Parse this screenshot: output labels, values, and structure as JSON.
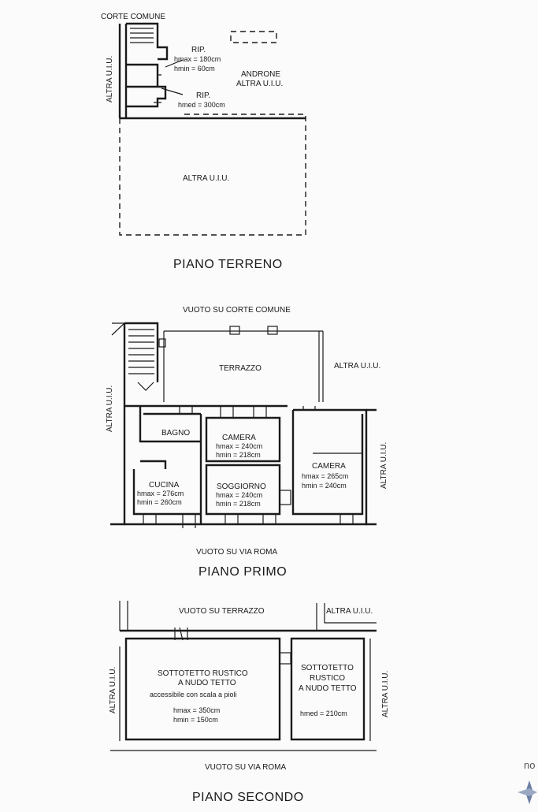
{
  "plans": {
    "ground": {
      "title": "PIANO TERRENO",
      "corte_comune": "CORTE COMUNE",
      "altra_side": "ALTRA U.I.U.",
      "rip1": {
        "name": "RIP.",
        "hmax": "hmax = 180cm",
        "hmin": "hmin = 60cm"
      },
      "rip2": {
        "name": "RIP.",
        "hmed": "hmed = 300cm"
      },
      "androne": "ANDRONE",
      "androne_altra": "ALTRA U.I.U.",
      "altra_center": "ALTRA U.I.U."
    },
    "first": {
      "title": "PIANO PRIMO",
      "top_label": "VUOTO SU CORTE COMUNE",
      "bottom_label": "VUOTO SU VIA ROMA",
      "terrazzo": "TERRAZZO",
      "altra_right_top": "ALTRA U.I.U.",
      "altra_left": "ALTRA U.I.U.",
      "altra_right": "ALTRA U.I.U.",
      "bagno": "BAGNO",
      "camera1": {
        "name": "CAMERA",
        "hmax": "hmax = 240cm",
        "hmin": "hmin = 218cm"
      },
      "cucina": {
        "name": "CUCINA",
        "hmax": "hmax = 276cm",
        "hmin": "hmin = 260cm"
      },
      "soggiorno": {
        "name": "SOGGIORNO",
        "hmax": "hmax = 240cm",
        "hmin": "hmin = 218cm"
      },
      "camera2": {
        "name": "CAMERA",
        "hmax": "hmax = 265cm",
        "hmin": "hmin = 240cm"
      }
    },
    "second": {
      "title": "PIANO SECONDO",
      "top_label": "VUOTO SU TERRAZZO",
      "altra_top_right": "ALTRA U.I.U.",
      "altra_left": "ALTRA U.I.U.",
      "altra_right": "ALTRA U.I.U.",
      "bottom_label": "VUOTO SU VIA ROMA",
      "room1": {
        "l1": "SOTTOTETTO RUSTICO",
        "l2": "A NUDO TETTO",
        "l3": "accessibile con scala a pioli",
        "hmax": "hmax = 350cm",
        "hmin": "hmin = 150cm"
      },
      "room2": {
        "l1": "SOTTOTETTO",
        "l2": "RUSTICO",
        "l3": "A NUDO TETTO",
        "hmed": "hmed = 210cm"
      }
    }
  },
  "compass": {
    "label": "no"
  }
}
